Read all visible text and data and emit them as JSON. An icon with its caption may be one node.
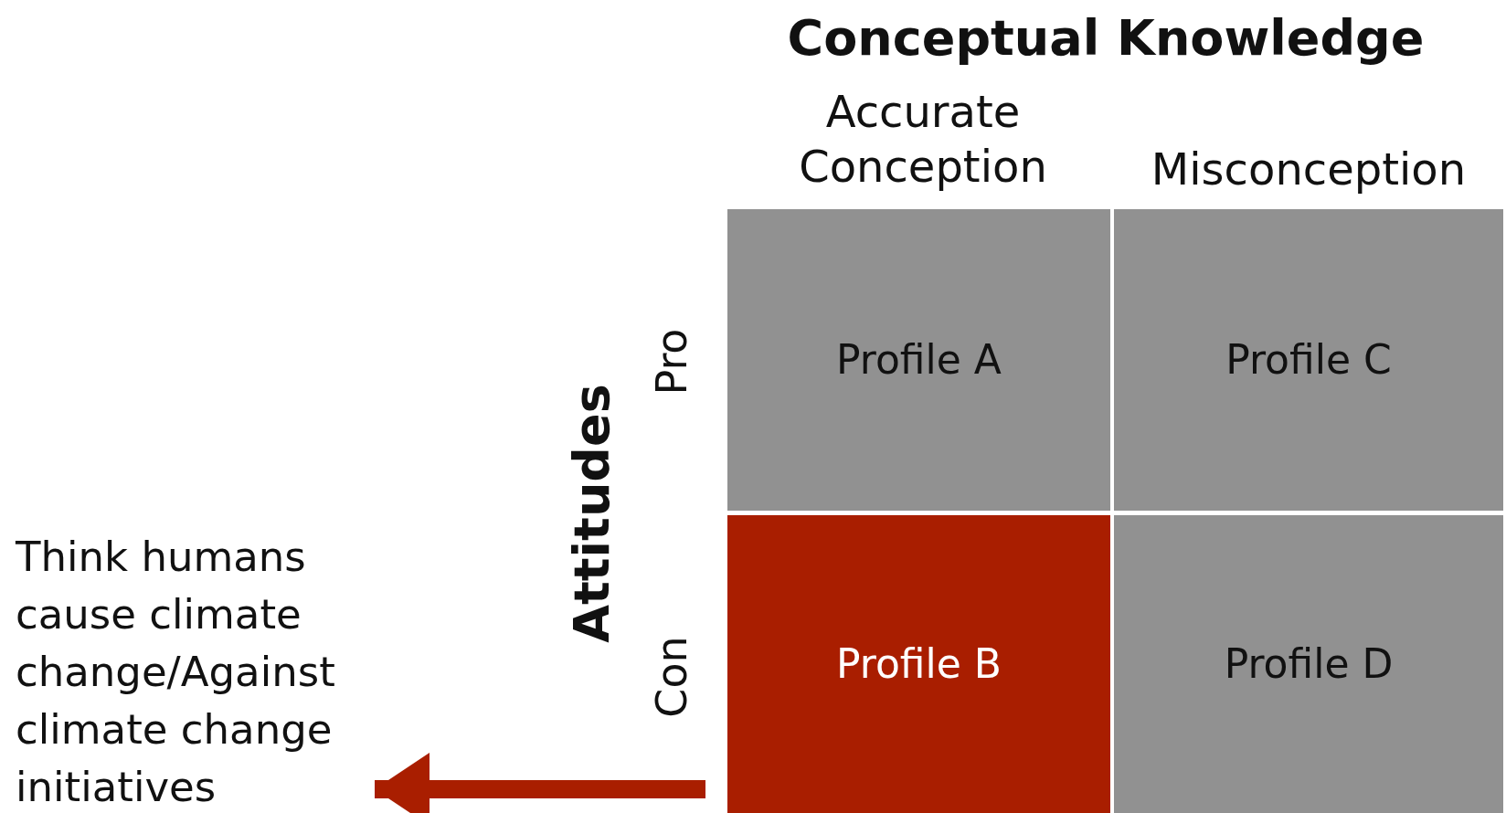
{
  "diagram": {
    "nodes": [
      {
        "text": [
          "Profile A"
        ]
      },
      {
        "text": [
          "Profile C"
        ]
      },
      {
        "text": [
          "Profile B"
        ]
      },
      {
        "text": [
          "Profile D"
        ]
      },
      {
        "text": [
          "Think humans cause climate change/Against climate change initiatives"
        ]
      }
    ],
    "edges": [
      {
        "from": 2,
        "to": 4,
        "arrow": "to",
        "color": "#a91e00"
      }
    ],
    "labels": [
      "Conceptual Knowledge",
      "Accurate Conception",
      "Misconception",
      "Attitudes",
      "Pro",
      "Con"
    ]
  }
}
